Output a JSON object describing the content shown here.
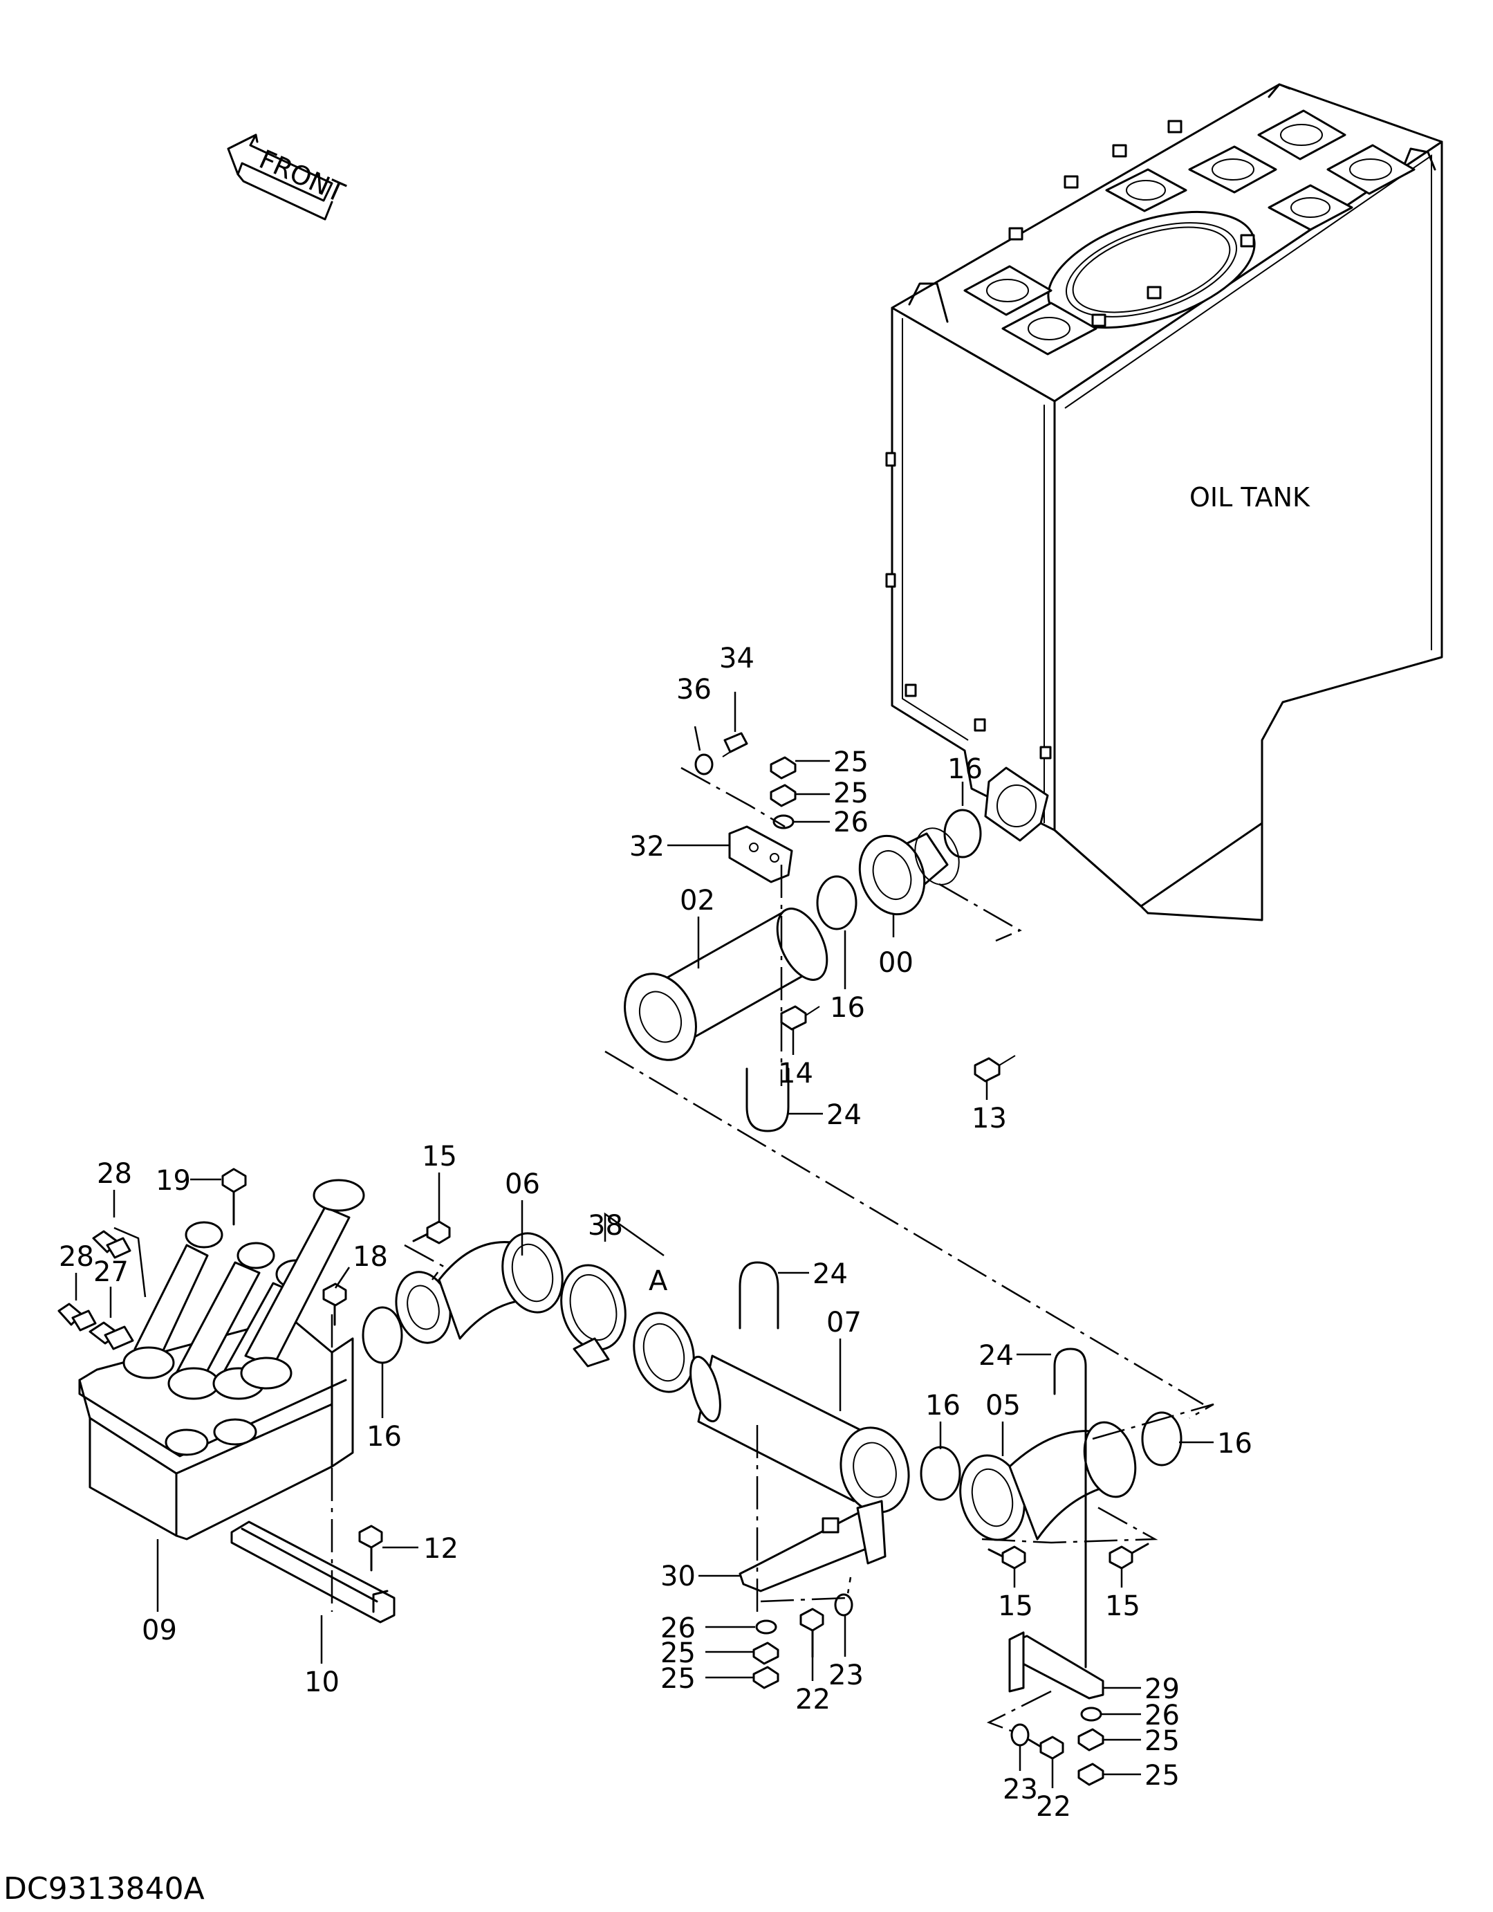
{
  "front_arrow": {
    "label": "FRONT",
    "icon": "front-arrow-icon"
  },
  "tank": {
    "label": "OIL TANK"
  },
  "reference": {
    "code": "DC9313840A"
  },
  "view_marker": {
    "label": "A"
  },
  "callouts": {
    "c00": "00",
    "c02": "02",
    "c05": "05",
    "c06": "06",
    "c07": "07",
    "c09": "09",
    "c10": "10",
    "c12": "12",
    "c13": "13",
    "c14": "14",
    "c15a": "15",
    "c15b": "15",
    "c15c": "15",
    "c16a": "16",
    "c16b": "16",
    "c16c": "16",
    "c16d": "16",
    "c16e": "16",
    "c18": "18",
    "c19": "19",
    "c22a": "22",
    "c22b": "22",
    "c23a": "23",
    "c23b": "23",
    "c24a": "24",
    "c24b": "24",
    "c24c": "24",
    "c25a": "25",
    "c25b": "25",
    "c25c": "25",
    "c25d": "25",
    "c25e": "25",
    "c25f": "25",
    "c26a": "26",
    "c26b": "26",
    "c26c": "26",
    "c27": "27",
    "c28a": "28",
    "c28b": "28",
    "c29": "29",
    "c30": "30",
    "c32": "32",
    "c34": "34",
    "c36": "36",
    "c38": "38"
  }
}
